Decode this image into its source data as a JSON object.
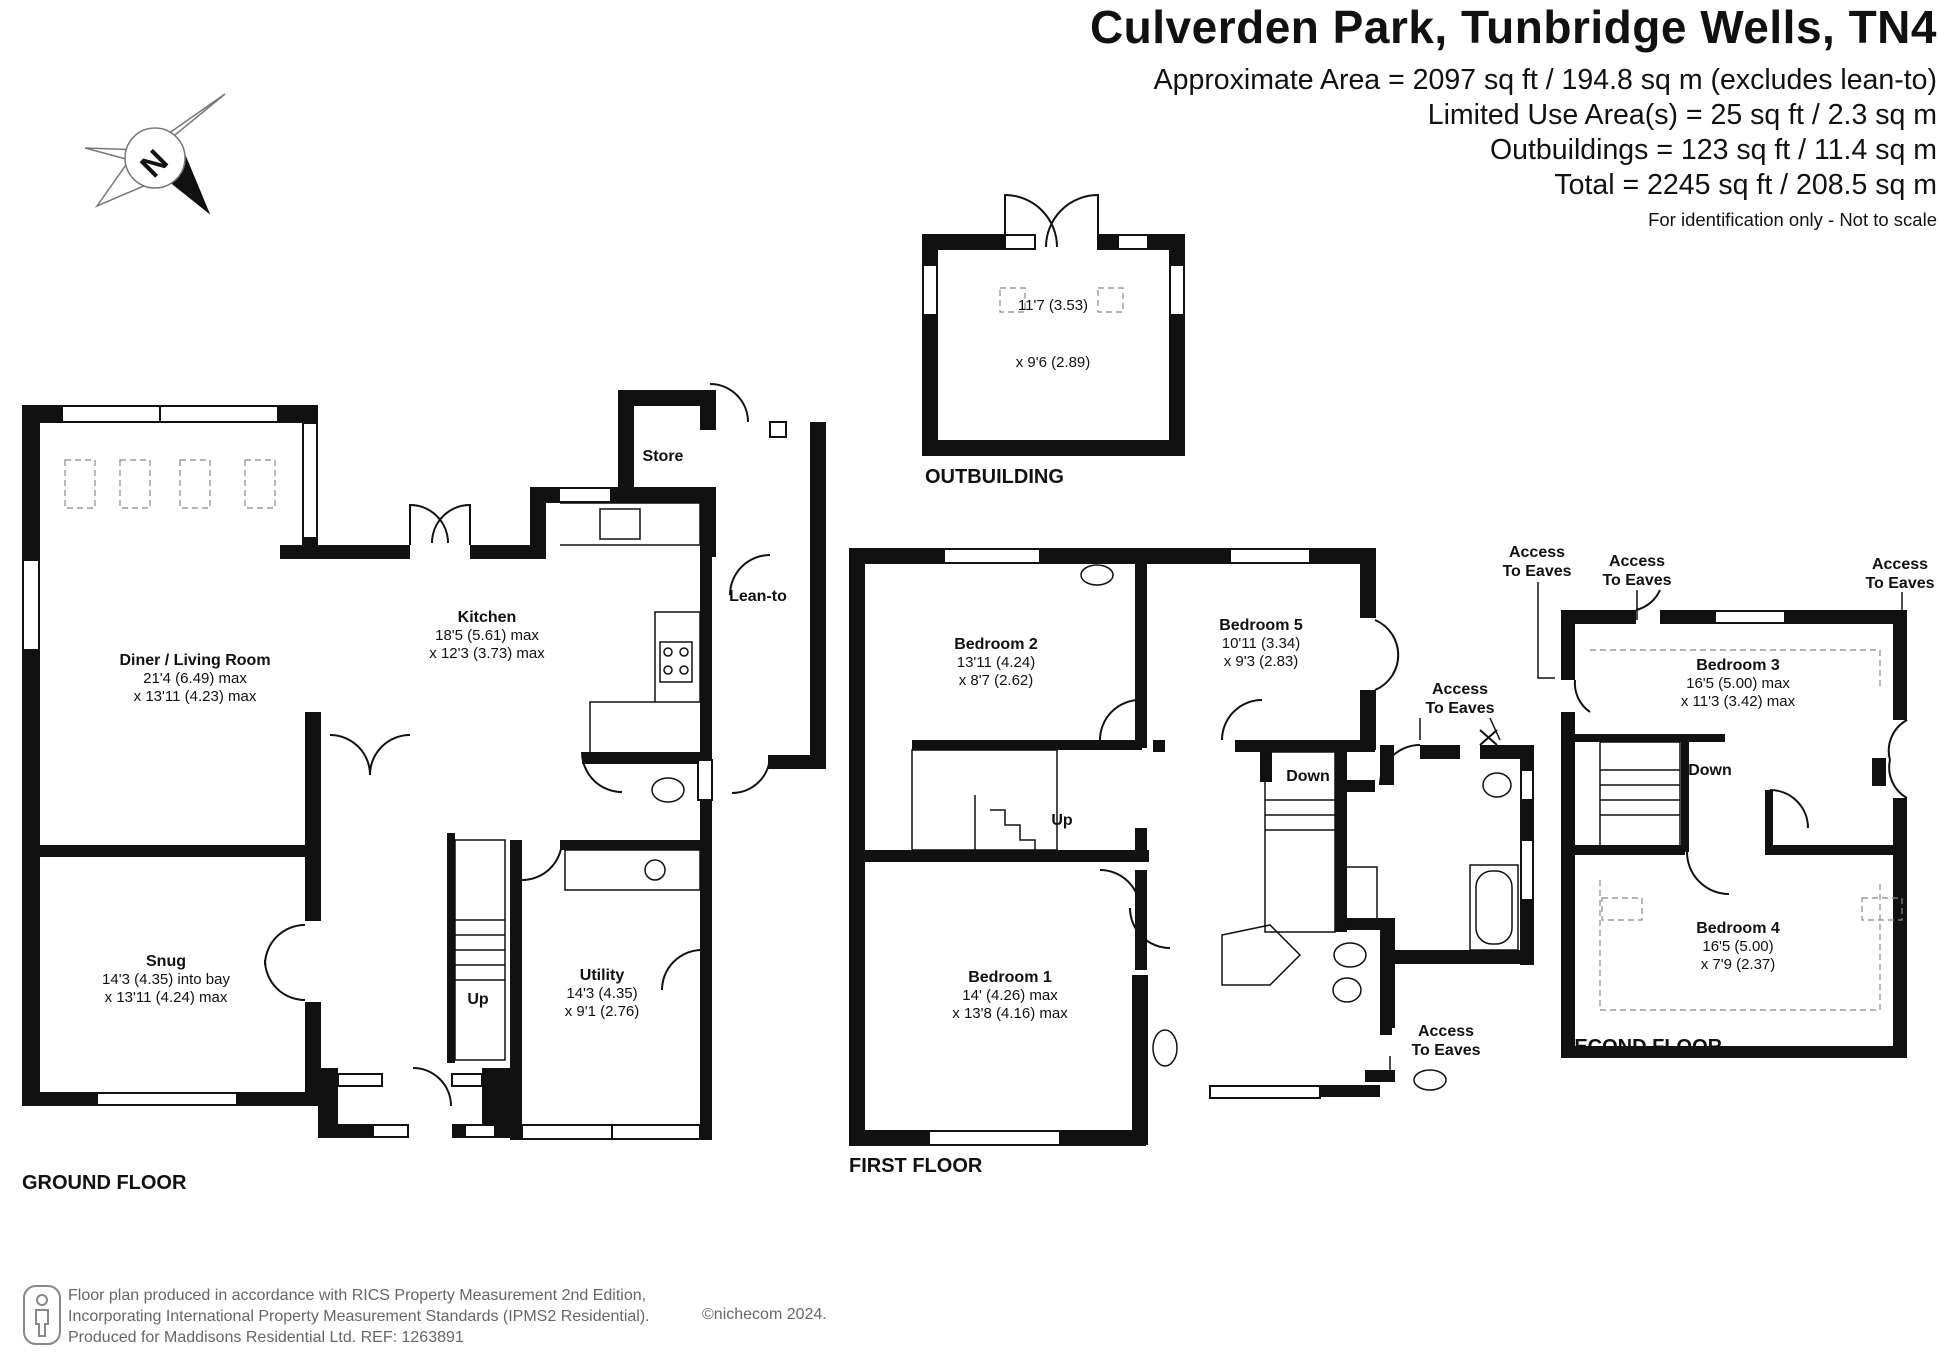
{
  "header": {
    "title": "Culverden Park, Tunbridge Wells, TN4",
    "areas": [
      "Approximate Area = 2097 sq ft / 194.8 sq m (excludes lean-to)",
      "Limited Use Area(s) = 25 sq ft / 2.3 sq m",
      "Outbuildings = 123 sq ft / 11.4 sq m",
      "Total = 2245 sq ft / 208.5 sq m"
    ],
    "note": "For identification only - Not to scale"
  },
  "compass": {
    "letter": "N",
    "icon": "compass-rose-icon"
  },
  "floors": {
    "ground": "GROUND FLOOR",
    "first": "FIRST FLOOR",
    "second": "SECOND FLOOR",
    "outbuilding": "OUTBUILDING"
  },
  "rooms": {
    "diner": {
      "name": "Diner / Living Room",
      "dim1": "21'4 (6.49) max",
      "dim2": "x 13'11 (4.23) max"
    },
    "kitchen": {
      "name": "Kitchen",
      "dim1": "18'5 (5.61) max",
      "dim2": "x 12'3 (3.73) max"
    },
    "snug": {
      "name": "Snug",
      "dim1": "14'3 (4.35) into bay",
      "dim2": "x 13'11 (4.24) max"
    },
    "utility": {
      "name": "Utility",
      "dim1": "14'3 (4.35)",
      "dim2": "x 9'1 (2.76)"
    },
    "store": {
      "name": "Store"
    },
    "leanto": {
      "name": "Lean-to"
    },
    "outbuilding": {
      "dim1": "11'7 (3.53)",
      "dim2": "x 9'6 (2.89)"
    },
    "bedroom1": {
      "name": "Bedroom 1",
      "dim1": "14' (4.26) max",
      "dim2": "x 13'8 (4.16) max"
    },
    "bedroom2": {
      "name": "Bedroom 2",
      "dim1": "13'11 (4.24)",
      "dim2": "x 8'7 (2.62)"
    },
    "bedroom5": {
      "name": "Bedroom 5",
      "dim1": "10'11 (3.34)",
      "dim2": "x 9'3 (2.83)"
    },
    "bedroom3": {
      "name": "Bedroom 3",
      "dim1": "16'5 (5.00) max",
      "dim2": "x 11'3 (3.42) max"
    },
    "bedroom4": {
      "name": "Bedroom 4",
      "dim1": "16'5 (5.00)",
      "dim2": "x 7'9 (2.37)"
    }
  },
  "labels": {
    "up": "Up",
    "down": "Down",
    "access_line1": "Access",
    "access_line2": "To Eaves"
  },
  "footer": {
    "lines": [
      "Floor plan produced in accordance with RICS Property Measurement 2nd Edition,",
      "Incorporating International Property Measurement Standards (IPMS2 Residential).",
      "Produced for Maddisons Residential Ltd.   REF: 1263891"
    ],
    "copyright": "©nichecom 2024.",
    "logo_icon": "person-logo-icon"
  }
}
